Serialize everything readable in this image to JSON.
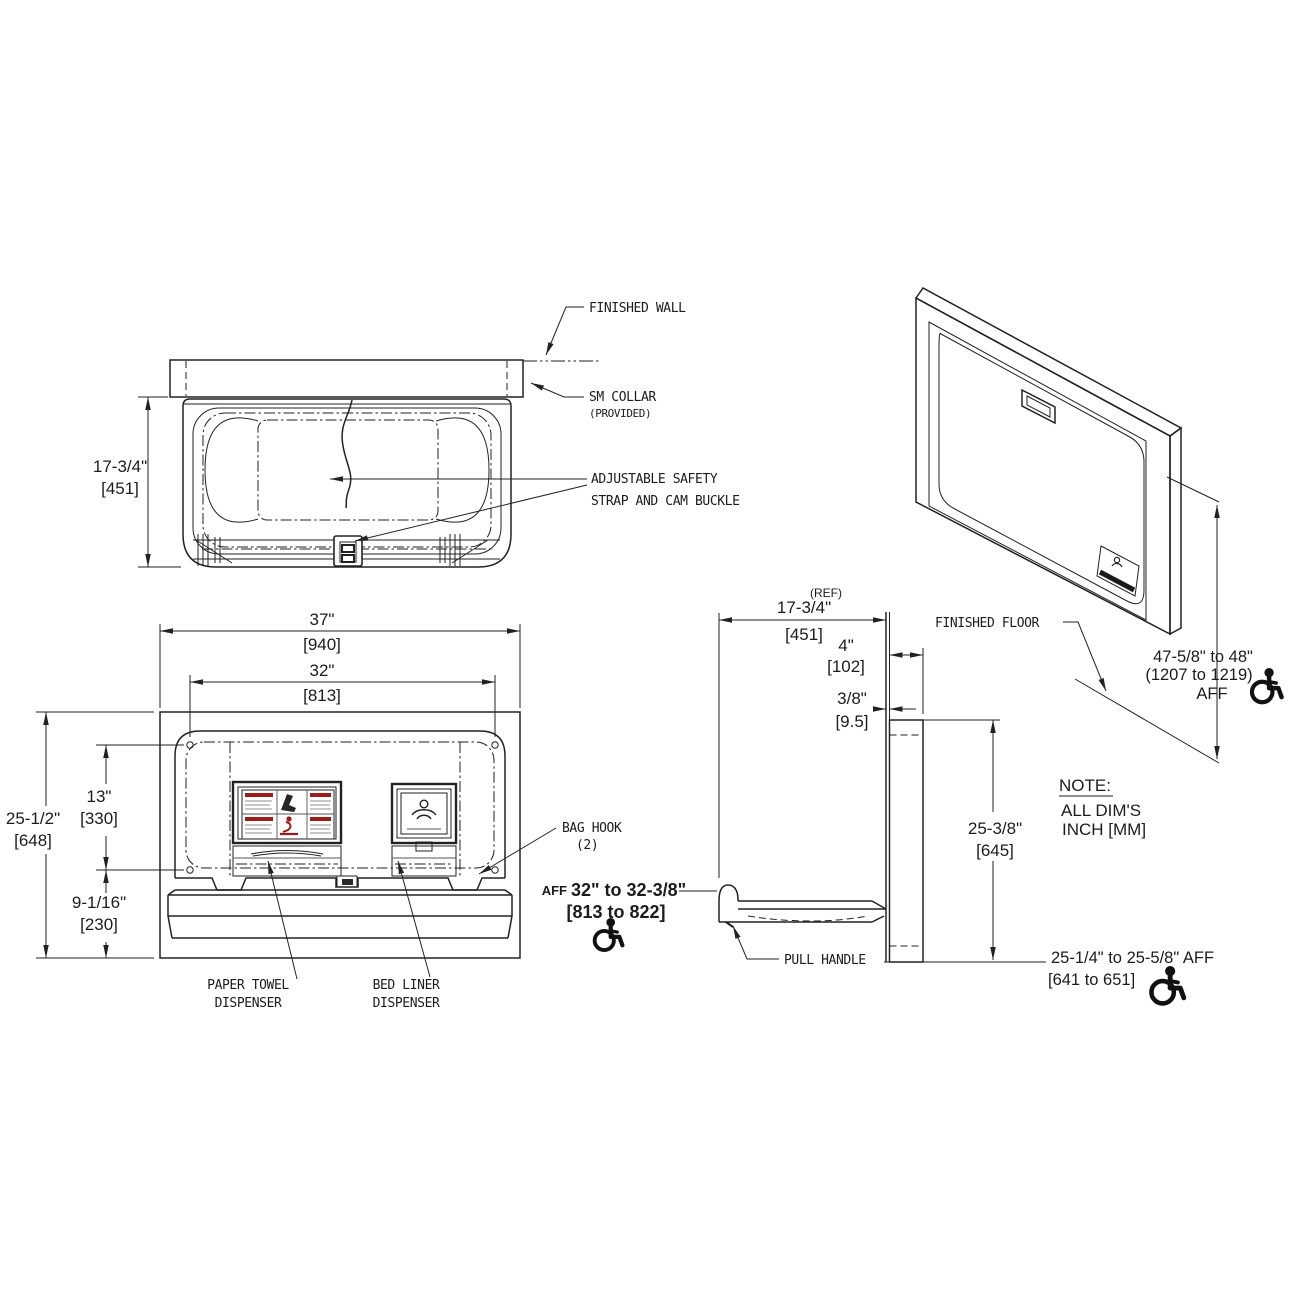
{
  "drawing_title": "recessed baby changing station installation drawing",
  "colors": {
    "line": "#222222",
    "red_accent": "#9e1b1b"
  },
  "icons": {
    "wheelchair": "isa-wheelchair-symbol"
  },
  "note": {
    "title": "NOTE:",
    "line1": "ALL DIM'S",
    "line2": "INCH [MM]"
  },
  "top_view": {
    "dim_depth": {
      "in": "17-3/4\"",
      "mm": "[451]"
    },
    "finished_wall": "FINISHED WALL",
    "sm_collar": "SM COLLAR",
    "sm_collar_note": "(PROVIDED)",
    "strap_line1": "ADJUSTABLE SAFETY",
    "strap_line2": "STRAP AND CAM BUCKLE"
  },
  "front_view": {
    "dim_width": {
      "in": "37\"",
      "mm": "[940]"
    },
    "dim_holes": {
      "in": "32\"",
      "mm": "[813]"
    },
    "dim_height": {
      "in": "25-1/2\"",
      "mm": "[648]"
    },
    "dim_upper": {
      "in": "13\"",
      "mm": "[330]"
    },
    "dim_lower": {
      "in": "9-1/16\"",
      "mm": "[230]"
    },
    "paper_towel": {
      "line1": "PAPER TOWEL",
      "line2": "DISPENSER"
    },
    "bed_liner": {
      "line1": "BED LINER",
      "line2": "DISPENSER"
    },
    "bag_hook": {
      "line1": "BAG HOOK",
      "line2": "(2)"
    },
    "aff_open": {
      "prefix": "AFF",
      "range": "32\" to 32-3/8\"",
      "mm": "[813 to 822]"
    }
  },
  "side_view": {
    "dim_depth": {
      "ref": "(REF)",
      "in": "17-3/4\"",
      "mm": "[451]"
    },
    "dim_box": {
      "in": "4\"",
      "mm": "[102]"
    },
    "dim_collar": {
      "in": "3/8\"",
      "mm": "[9.5]"
    },
    "dim_height": {
      "in": "25-3/8\"",
      "mm": "[645]"
    },
    "pull_handle": "PULL HANDLE",
    "finished_floor": "FINISHED FLOOR",
    "aff_bottom": {
      "range": "25-1/4\" to 25-5/8\" AFF",
      "mm": "[641 to 651]"
    }
  },
  "perspective": {
    "aff": {
      "line1": "47-5/8\" to 48\"",
      "line2": "(1207 to 1219)",
      "line3": "AFF"
    }
  }
}
